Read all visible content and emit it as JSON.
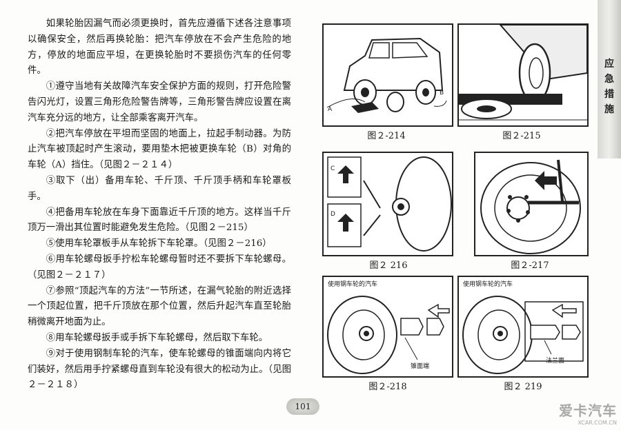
{
  "paragraphs": [
    "如果轮胎因漏气而必须更换时，首先应遵循下述各注意事项以确保安全，然后再换轮胎：把汽车停放在不会产生危险的地方，停放的地面应平坦，在更换轮胎时不要损伤汽车的任何零件。",
    "①遵守当地有关故障汽车安全保护方面的规则，打开危险警告闪光灯，设置三角形危险警告牌等，三角形警告牌应设置在离汽车充分远的地方，让全部乘客离开汽车。",
    "②把汽车停放在平坦而坚固的地面上，拉起手制动器。为防止汽车被顶起时产生滚动，要用垫木把被更换车轮（B）对角的车轮（A）挡住。（见图２－２１４）",
    "③取下（出）备用车轮、千斤顶、千斤顶手柄和车轮罩板手。",
    "④把备用车轮放在车身下面靠近千斤顶的地方。这样当千斤顶万一滑出其位置时能避免发生危险。（见图２－215）",
    "⑤使用车轮罩板手从车轮拆下车轮罩。（见图２－216）",
    "⑥用车轮螺母扳手拧松车轮螺母暂时还不要拆下车轮螺母。（见图２－２１７）",
    "⑦参照“顶起汽车的方法”一节所述，在漏气轮胎的附近选择一个顶起位置，把千斤顶放在那个位置，然后升起汽车直至轮胎稍微离开地面为止。",
    "⑧用车轮螺母扳手或手拆下车轮螺母，然后取下车轮。",
    "⑨对于使用钢制车轮的汽车，使车轮螺母的锥面端向内将它们装好，然后用手拧紧螺母直到车轮没有很大的松动为止。（见图２－２１８）"
  ],
  "figures": {
    "f214": {
      "caption": "图２-214",
      "label_a": "A",
      "label_b": "B"
    },
    "f215": {
      "caption": "图２-215"
    },
    "f216": {
      "caption": "图２ 216",
      "label_c": "C",
      "label_d": "D"
    },
    "f217": {
      "caption": "图２-217"
    },
    "f218": {
      "caption": "图２-218",
      "title": "使用钢车轮的汽车",
      "label": "锥面端"
    },
    "f219": {
      "caption": "图２ 219",
      "title": "使用钢车轮的汽车",
      "label": "法兰面"
    }
  },
  "side_tab": [
    "应",
    "急",
    "措",
    "施"
  ],
  "page_number": "101",
  "watermark": {
    "main": "爱卡汽车",
    "sub": "XCAR.COM.CN"
  }
}
